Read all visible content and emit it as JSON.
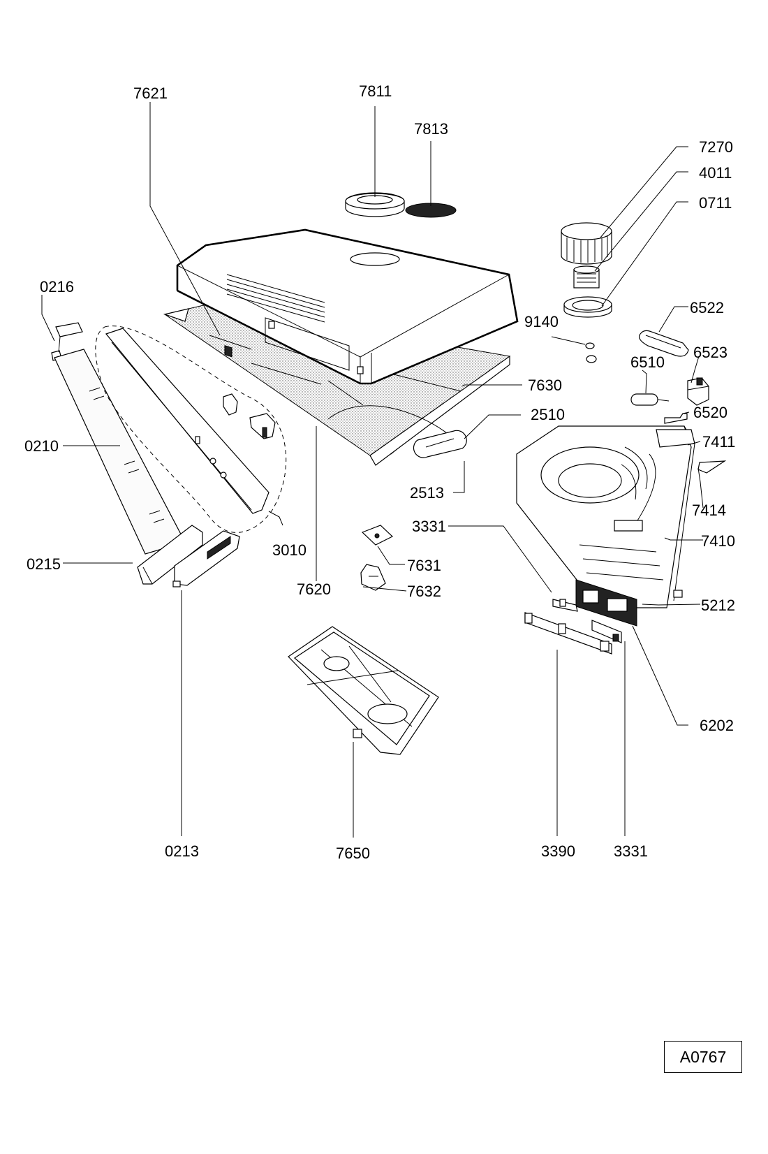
{
  "diagram": {
    "reference_code": "A0767",
    "part_numbers": [
      "7621",
      "7811",
      "7813",
      "7270",
      "4011",
      "0711",
      "0216",
      "6522",
      "9140",
      "6523",
      "6510",
      "7630",
      "6520",
      "2510",
      "0210",
      "7411",
      "2513",
      "7414",
      "3331",
      "7410",
      "0215",
      "3010",
      "7631",
      "7620",
      "7632",
      "5212",
      "6202",
      "0213",
      "7650",
      "3390",
      "3331"
    ]
  }
}
